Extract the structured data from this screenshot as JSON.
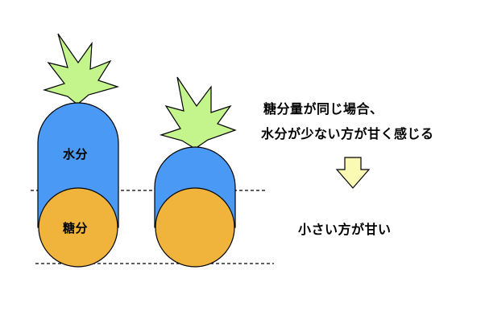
{
  "labels": {
    "water": "水分",
    "sugar": "糖分"
  },
  "explanation": {
    "line1": "糖分量が同じ場合、",
    "line2": "水分が少ない方が甘く感じる",
    "conclusion": "小さい方が甘い"
  },
  "colors": {
    "water": "#4a9af5",
    "sugar": "#f0b43c",
    "leaves": "#c4f58c",
    "arrow": "#fafab4",
    "outline": "#000000"
  }
}
